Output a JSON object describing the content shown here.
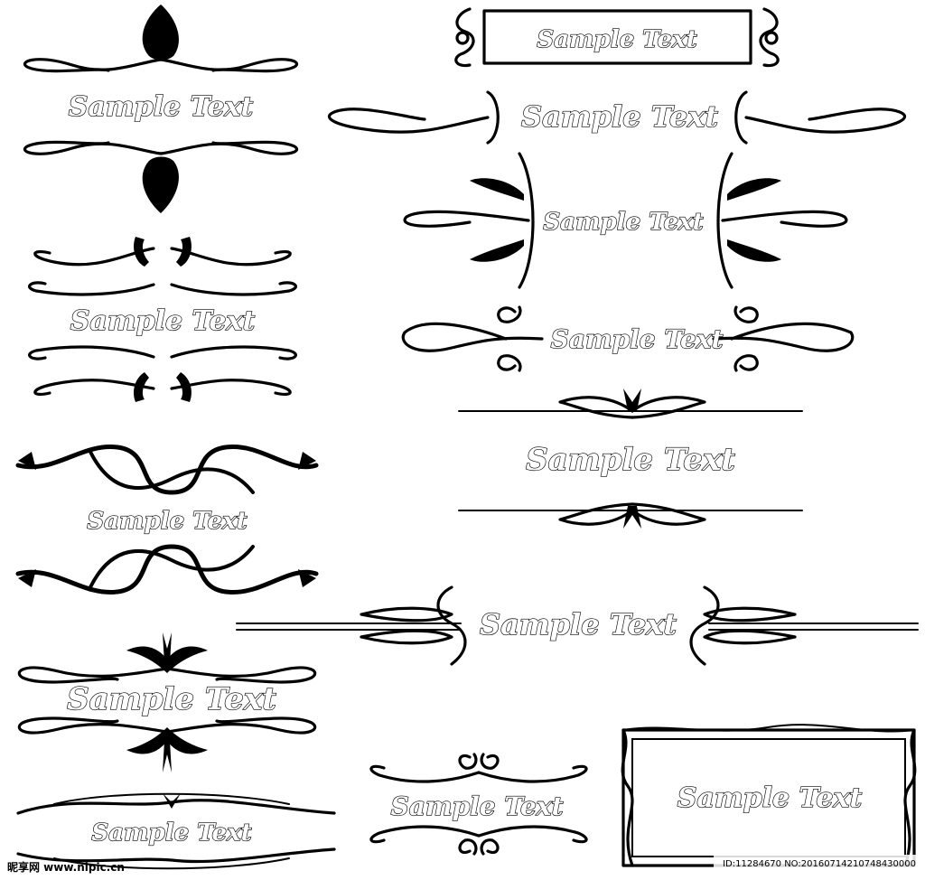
{
  "sample_text": "Sample Text",
  "watermark": {
    "site": "昵享网 www.nipic.cn",
    "id": "ID:11284670 NO:20160714210748430000"
  }
}
